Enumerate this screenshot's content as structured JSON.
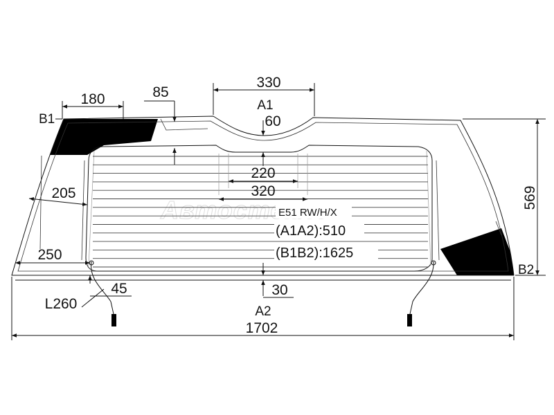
{
  "diagram": {
    "code": "E51 RW/H/X",
    "spec_a": "(A1A2):510",
    "spec_b": "(B1B2):1625",
    "watermark": "Автостекло",
    "points": {
      "a1": "A1",
      "a2": "A2",
      "b1": "B1",
      "b2": "B2"
    },
    "dimensions": {
      "d330": "330",
      "d180": "180",
      "d85": "85",
      "d60": "60",
      "d220": "220",
      "d320": "320",
      "d205": "205",
      "d250": "250",
      "d569": "569",
      "d45": "45",
      "dL260": "L260",
      "d30": "30",
      "d1702": "1702"
    },
    "heater_grid_lines": 14,
    "colors": {
      "line": "#111111",
      "fill_dark": "#000000",
      "watermark": "#dddddd"
    }
  }
}
